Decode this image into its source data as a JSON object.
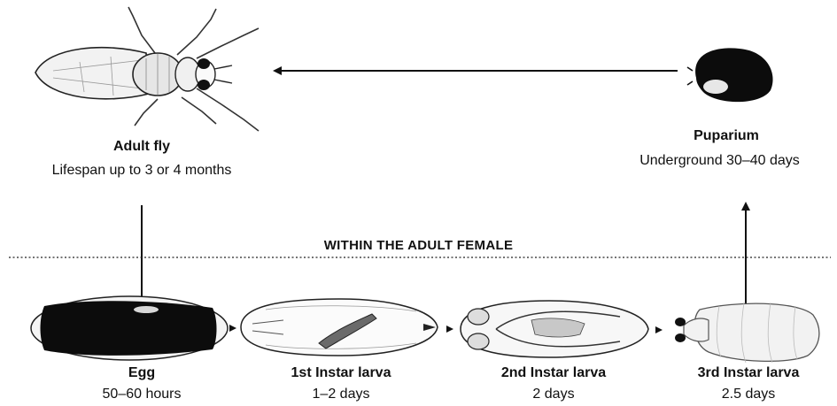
{
  "stages": {
    "adult": {
      "icon": "adult-fly-illustration",
      "name": "Adult fly",
      "duration": "Lifespan up to 3 or 4 months"
    },
    "puparium": {
      "icon": "puparium-illustration",
      "name": "Puparium",
      "duration": "Underground 30–40 days"
    },
    "egg": {
      "icon": "egg-illustration",
      "name": "Egg",
      "duration": "50–60 hours"
    },
    "instar1": {
      "icon": "first-instar-larva-illustration",
      "name": "1st Instar larva",
      "duration": "1–2 days"
    },
    "instar2": {
      "icon": "second-instar-larva-illustration",
      "name": "2nd Instar larva",
      "duration": "2 days"
    },
    "instar3": {
      "icon": "third-instar-larva-illustration",
      "name": "3rd Instar larva",
      "duration": "2.5 days"
    }
  },
  "zone_label": "WITHIN THE ADULT FEMALE"
}
